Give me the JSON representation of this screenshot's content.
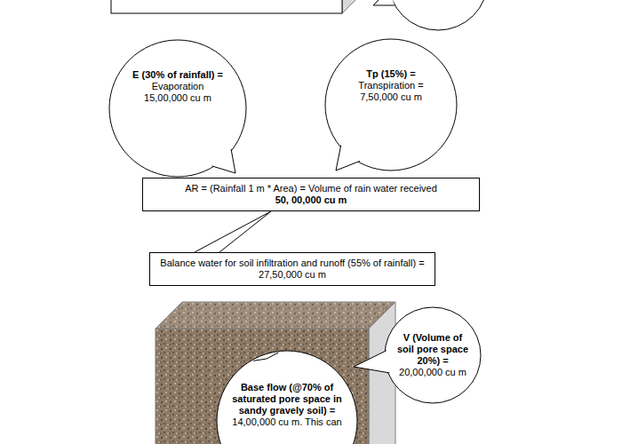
{
  "diagram": {
    "nodes": [
      {
        "text": [
          "E (30% of rainfall) =",
          "Evaporation",
          "15,00,000 cu m"
        ]
      },
      {
        "text": [
          "Tp (15%) =",
          "Transpiration =",
          "7,50,000 cu m"
        ]
      },
      {
        "text": [
          "AR = (Rainfall 1 m * Area) = Volume of rain water received",
          "50, 00,000 cu m"
        ]
      },
      {
        "text": [
          "Balance water for soil infiltration and runoff (55% of rainfall) =",
          "27,50,000 cu m"
        ]
      },
      {
        "text": [
          "V (Volume of soil pore space 20%) =",
          "20,00,000 cu m"
        ]
      },
      {
        "text": [
          "Base flow (@70% of saturated pore space in sandy gravely soil) =",
          "14,00,000 cu m. This can"
        ]
      }
    ],
    "edges": [
      {
        "from": 3,
        "to": 2,
        "arrow": "none"
      }
    ]
  }
}
